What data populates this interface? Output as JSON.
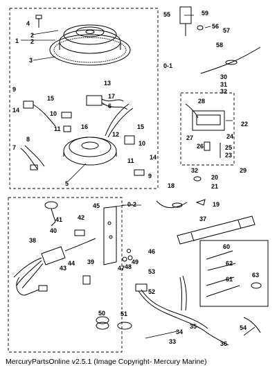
{
  "caption": "MercuryPartsOnline v2.5.1 (Image Copyright- Mercury Marine)",
  "callouts": {
    "c1": "1",
    "c2": "2",
    "c3": "3",
    "c4": "4",
    "c5": "5",
    "c6": "6",
    "c7": "7",
    "c8": "8",
    "c9a": "9",
    "c9b": "9",
    "c10a": "10",
    "c10b": "10",
    "c11a": "11",
    "c11b": "11",
    "c12": "12",
    "c13": "13",
    "c14a": "14",
    "c14b": "14",
    "c15a": "15",
    "c15b": "15",
    "c16": "16",
    "c17": "17",
    "c18": "18",
    "c19": "19",
    "c20": "20",
    "c21": "21",
    "c22": "22",
    "c23": "23",
    "c24": "24",
    "c25": "25",
    "c26": "26",
    "c27": "27",
    "c28": "28",
    "c29": "29",
    "c30": "30",
    "c31": "31",
    "c32a": "32",
    "c32b": "32",
    "c33": "33",
    "c34": "34",
    "c35": "35",
    "c36": "36",
    "c37": "37",
    "c38": "38",
    "c39": "39",
    "c40": "40",
    "c41": "41",
    "c42": "42",
    "c43": "43",
    "c44": "44",
    "c45": "45",
    "c46": "46",
    "c47": "47",
    "c48": "48",
    "c49": "49",
    "c50": "50",
    "c51": "51",
    "c52": "52",
    "c53": "53",
    "c54": "54",
    "c55": "55",
    "c56": "56",
    "c57": "57",
    "c58": "58",
    "c59": "59",
    "c60": "60",
    "c61": "61",
    "c62": "62",
    "c63": "63",
    "c01": "0-1",
    "c02": "0-2"
  }
}
